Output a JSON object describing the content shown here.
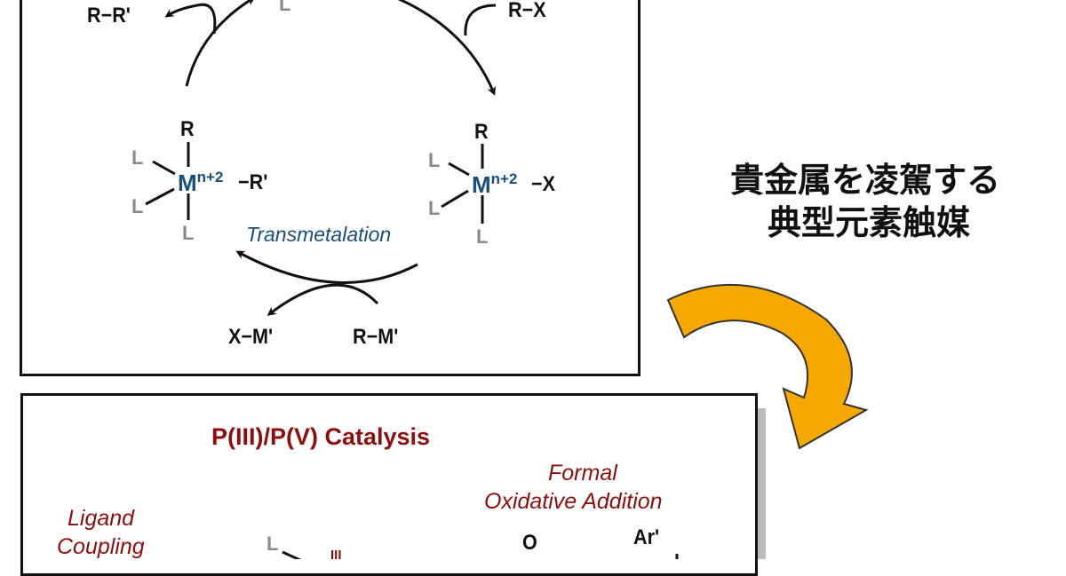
{
  "top_cycle": {
    "product": "R−R'",
    "substrate": "R−X",
    "left_complex": {
      "top": "R",
      "metal": "M",
      "oxidation": "n+2",
      "right": "−R'",
      "ligand": "L"
    },
    "right_complex": {
      "top": "R",
      "metal": "M",
      "oxidation": "n+2",
      "right": "−X",
      "ligand": "L"
    },
    "step_label": "Transmetalation",
    "byproduct": "X−M'",
    "reagent": "R−M'"
  },
  "headline": {
    "line1": "貴金属を凌駕する",
    "line2": "典型元素触媒"
  },
  "bottom_panel": {
    "title": "P(III)/P(V) Catalysis",
    "oxidative_addition": {
      "line1": "Formal",
      "line2": "Oxidative Addition"
    },
    "ligand_coupling": {
      "line1": "Ligand",
      "line2": "Coupling"
    },
    "ligand": "L",
    "oxidation": "III",
    "oxygen": "O",
    "aryl": "Ar'"
  },
  "colors": {
    "metal": "#1a4f7a",
    "panel_title": "#8b0f0f",
    "arrow_fill": "#f5a800"
  }
}
